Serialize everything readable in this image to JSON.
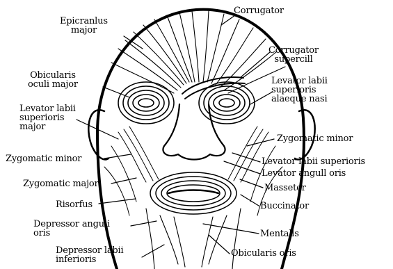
{
  "labels": {
    "epicranius": [
      "Epicranlus",
      "major"
    ],
    "corrugator": "Corrugator",
    "corrugator_supercilii": [
      "Corrugator",
      "supercill"
    ],
    "obicularis_oculi": [
      "Obicularis",
      "oculi major"
    ],
    "levator_labii_sup_alaeque": [
      "Levator labii",
      "superioris",
      "alaeque nasi"
    ],
    "levator_labii_sup_major": [
      "Levator labii",
      "superioris",
      "major"
    ],
    "zygomatic_minor_right": "Zygomatic minor",
    "zygomatic_minor_left": "Zygomatic minor",
    "levator_labii_superioris": "Levator labii superioris",
    "levator_anguli_oris": "Levator angull oris",
    "zygomatic_major": "Zygomatic major",
    "masseter": "Masseter",
    "risorius": "Risorfus",
    "buccinator": "Buccinator",
    "depressor_anguli_oris": [
      "Depressor anguli",
      "oris"
    ],
    "mentalis": "Mentalls",
    "depressor_labii_inferioris": [
      "Depressor labii",
      "inferioris"
    ],
    "obicularis_oris": "Obicularis oris"
  },
  "colors": {
    "ink": "#000000",
    "background": "#ffffff"
  }
}
